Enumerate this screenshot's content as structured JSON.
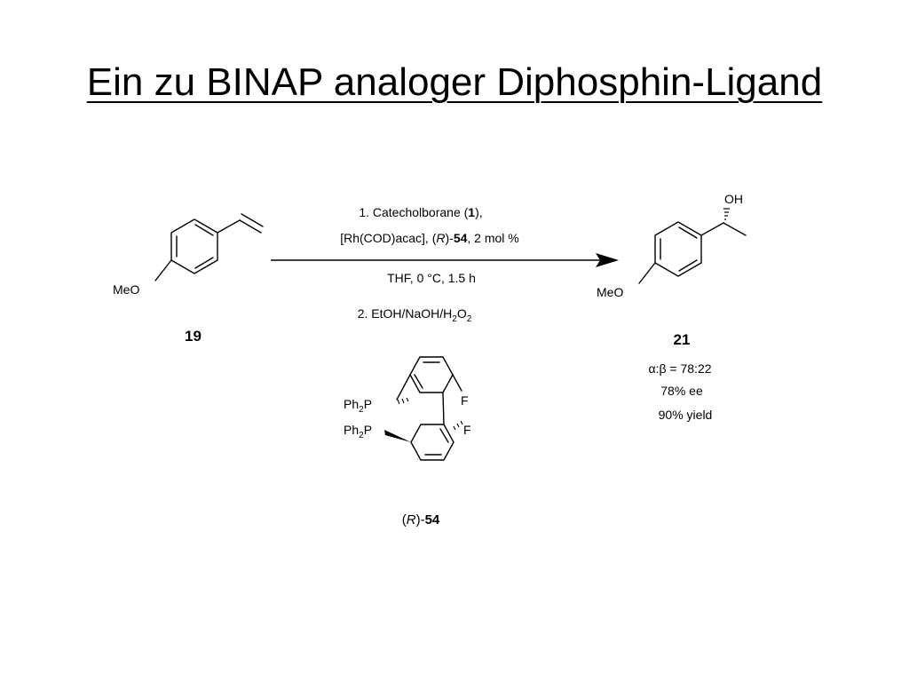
{
  "slide": {
    "title": "Ein zu BINAP analoger Diphosphin-Ligand"
  },
  "reaction": {
    "substrate": {
      "substituent": "MeO",
      "label": "19"
    },
    "conditions": {
      "step1_line1_text": "1. Catecholborane (",
      "step1_line1_ref": "1",
      "step1_line1_end": "),",
      "step1_line2_text": "[Rh(COD)acac], (",
      "step1_line2_R": "R",
      "step1_line2_mid": ")-",
      "step1_line2_ref": "54",
      "step1_line2_end": ", 2 mol %",
      "step1_line3": "THF, 0 °C, 1.5 h",
      "step2_prefix": "2. EtOH/NaOH/H",
      "step2_sub1": "2",
      "step2_o": "O",
      "step2_sub2": "2"
    },
    "product": {
      "substituent": "MeO",
      "hydroxyl": "OH",
      "label": "21",
      "ratio": "α:β = 78:22",
      "ee": "78% ee",
      "yield": "90% yield"
    },
    "ligand": {
      "ph2p_top": "Ph",
      "ph2p_top_sub": "2",
      "ph2p_top_p": "P",
      "ph2p_bottom": "Ph",
      "ph2p_bottom_sub": "2",
      "ph2p_bottom_p": "P",
      "f_top": "F",
      "f_bottom": "F",
      "label_open": "(",
      "label_R": "R",
      "label_mid": ")-",
      "label_ref": "54"
    }
  }
}
